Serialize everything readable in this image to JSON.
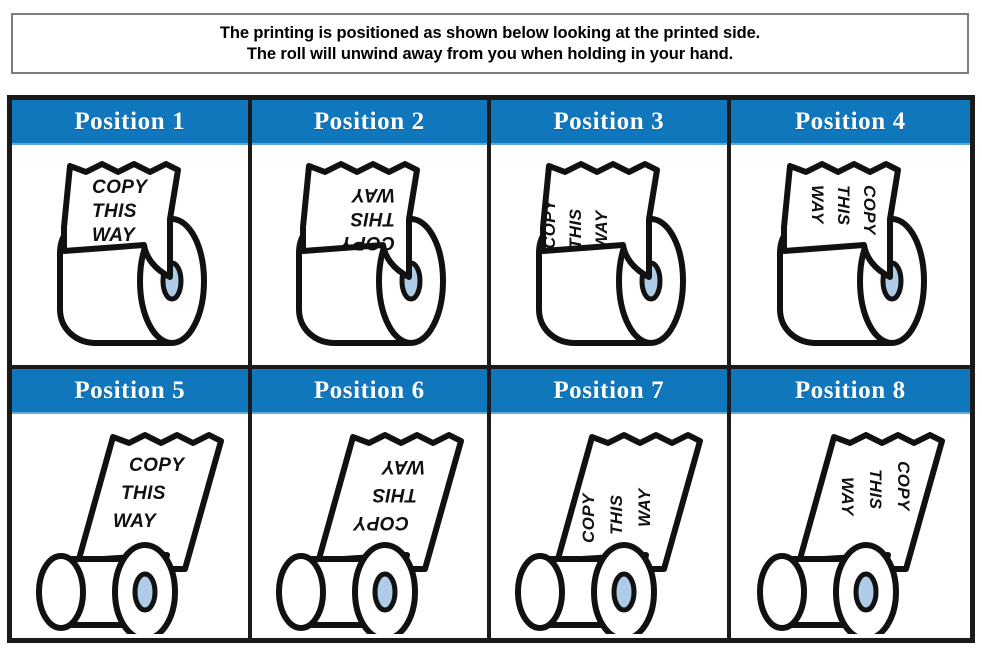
{
  "notice": {
    "line1": "The printing is positioned as shown below looking at the printed side.",
    "line2": "The roll will unwind away from you when holding in your hand."
  },
  "labels": {
    "copy": "COPY",
    "this": "THIS",
    "way": "WAY"
  },
  "colors": {
    "header_blue": "#1077bc",
    "header_blue_underline": "#5fa8d8",
    "core_hole_blue": "#aecbe8",
    "ink_black": "#111111",
    "notice_border_gray": "#7d7d7d",
    "grid_border": "#1a1a1a",
    "paper_white": "#ffffff"
  },
  "positions": [
    {
      "id": 1,
      "title": "Position 1",
      "roll_orientation": "vertical",
      "text_rotation_deg": 0,
      "text_layout": "horizontal-lines",
      "description": "Paper hangs down in front, text reads normally, roll end at lower right"
    },
    {
      "id": 2,
      "title": "Position 2",
      "roll_orientation": "vertical",
      "text_rotation_deg": 180,
      "text_layout": "horizontal-lines",
      "description": "Paper hangs down in front, text upside down, roll end at lower right"
    },
    {
      "id": 3,
      "title": "Position 3",
      "roll_orientation": "vertical",
      "text_rotation_deg": -90,
      "text_layout": "vertical-lines",
      "description": "Paper hangs down in front, text rotated 90 degrees counter-clockwise"
    },
    {
      "id": 4,
      "title": "Position 4",
      "roll_orientation": "vertical",
      "text_rotation_deg": 90,
      "text_layout": "vertical-lines",
      "description": "Paper hangs down in front, text rotated 90 degrees clockwise"
    },
    {
      "id": 5,
      "title": "Position 5",
      "roll_orientation": "horizontal",
      "text_rotation_deg": 0,
      "text_layout": "horizontal-lines",
      "description": "Roll lying on its side, paper feeds up to the right, text reads normally"
    },
    {
      "id": 6,
      "title": "Position 6",
      "roll_orientation": "horizontal",
      "text_rotation_deg": 180,
      "text_layout": "horizontal-lines",
      "description": "Roll lying on its side, paper feeds up to the right, text upside down"
    },
    {
      "id": 7,
      "title": "Position 7",
      "roll_orientation": "horizontal",
      "text_rotation_deg": -90,
      "text_layout": "vertical-lines",
      "description": "Roll lying on its side, text rotated 90 degrees counter-clockwise"
    },
    {
      "id": 8,
      "title": "Position 8",
      "roll_orientation": "horizontal",
      "text_rotation_deg": 90,
      "text_layout": "vertical-lines",
      "description": "Roll lying on its side, text rotated 90 degrees clockwise"
    }
  ]
}
